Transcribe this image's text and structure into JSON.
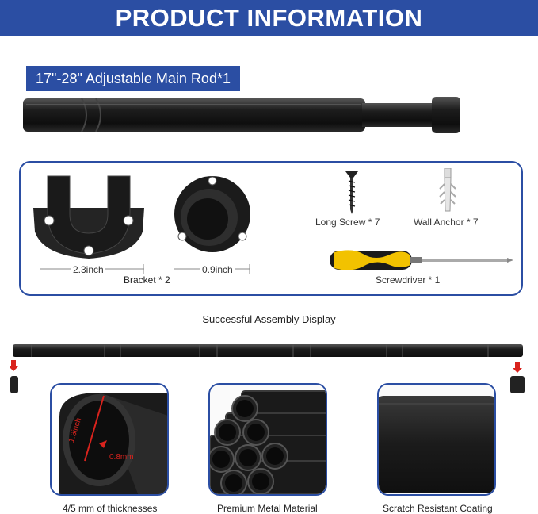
{
  "header": {
    "title": "PRODUCT INFORMATION"
  },
  "main_rod": {
    "label": "17\"-28\" Adjustable Main Rod*1"
  },
  "parts": {
    "bracket_width": "2.3inch",
    "flange_size": "0.9inch",
    "bracket_label": "Bracket * 2",
    "long_screw_label": "Long Screw * 7",
    "wall_anchor_label": "Wall Anchor * 7",
    "screwdriver_label": "Screwdriver * 1"
  },
  "assembly": {
    "title": "Successful Assembly Display"
  },
  "features": [
    {
      "caption": "4/5 mm of thicknesses",
      "dim_outer": "1.3inch",
      "dim_inner": "0.8mm"
    },
    {
      "caption": "Premium Metal Material"
    },
    {
      "caption": "Scratch Resistant Coating"
    }
  ],
  "colors": {
    "brand_blue": "#2b4ea3",
    "rod_black": "#1c1c1c",
    "handle_yellow": "#f2c200",
    "arrow_red": "#d9231d"
  }
}
